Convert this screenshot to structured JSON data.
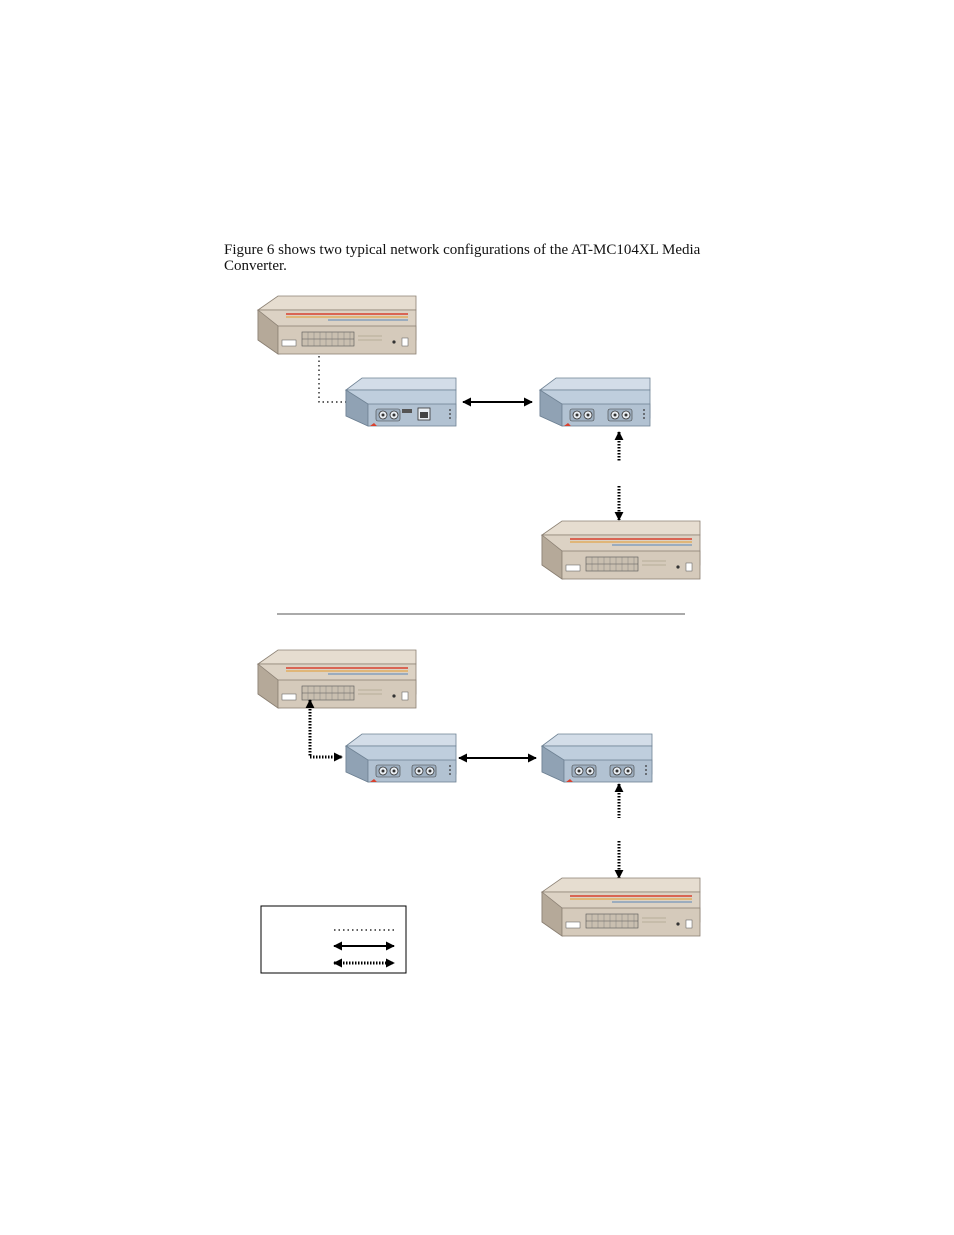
{
  "intro_text": "Figure 6 shows two typical network configurations of the AT-MC104XL Media Converter.",
  "diagram": {
    "configurations": [
      {
        "name": "configuration-1",
        "devices": [
          "hub-switch",
          "media-converter-fiber-copper",
          "media-converter-fiber-fiber",
          "hub-switch"
        ],
        "links": [
          "copper-dotted",
          "fiber-solid",
          "fiber-dashed"
        ]
      },
      {
        "name": "configuration-2",
        "devices": [
          "hub-switch",
          "media-converter-fiber-fiber",
          "media-converter-fiber-fiber",
          "hub-switch"
        ],
        "links": [
          "fiber-dashed",
          "fiber-solid",
          "fiber-dashed"
        ]
      }
    ],
    "legend": {
      "items": [
        "dotted-line",
        "solid-double-arrow",
        "dashed-double-arrow"
      ]
    },
    "colors": {
      "hub_body": "#dcd2c4",
      "hub_side": "#b5a999",
      "converter_body": "#bfcedd",
      "converter_side": "#90a2b4",
      "accent_red": "#d8412f",
      "accent_orange": "#e59a2b",
      "accent_blue": "#2f6db5"
    }
  }
}
